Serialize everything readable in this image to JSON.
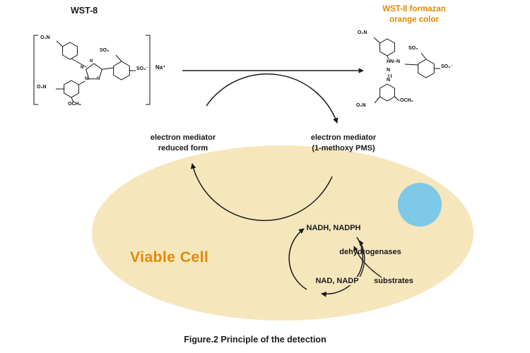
{
  "colors": {
    "orange_accent": "#E08A00",
    "cell_fill": "#F6E6BC",
    "nucleus_fill": "#7EC8E8",
    "ink": "#1A1A1A"
  },
  "header": {
    "wst8_label": "WST-8",
    "formazan_label_line1": "WST-8 formazan",
    "formazan_label_line2": "orange color"
  },
  "mediators": {
    "reduced_line1": "electron mediator",
    "reduced_line2": "reduced form",
    "oxidized_line1": "electron mediator",
    "oxidized_line2": "(1-methoxy PMS)"
  },
  "cell": {
    "label": "Viable Cell",
    "nadh": "NADH, NADPH",
    "nad": "NAD, NADP",
    "dehydrogenases": "dehydrogenases",
    "substrates": "substrates"
  },
  "chemistry": {
    "left": {
      "sodium": "Na⁺",
      "nitro_top": "O₂N",
      "nitro_bottom": "O₂N",
      "methoxy": "OCH₃",
      "sulfo_top": "SO₃",
      "sulfo_right": "SO₃⁻",
      "ring_n": [
        "N",
        "N",
        "N",
        "N"
      ]
    },
    "right": {
      "nitro_top": "O₂N",
      "amine": "HN–N",
      "azo_top": "N",
      "azo_bottom": "N",
      "sulfo_top": "SO₃",
      "sulfo_right": "SO₃⁻",
      "methoxy": "OCH₃",
      "nitro_bottom": "O₂N"
    }
  },
  "caption": "Figure.2 Principle of the detection"
}
